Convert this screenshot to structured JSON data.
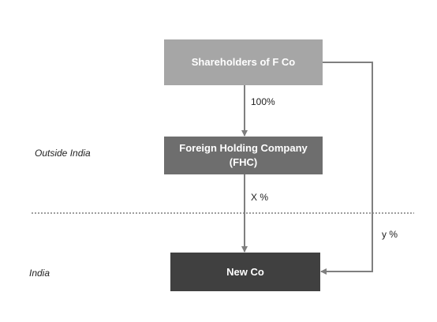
{
  "boxes": {
    "shareholders": "Shareholders of F Co",
    "fhc_line1": "Foreign Holding Company",
    "fhc_line2": "(FHC)",
    "newco": "New Co"
  },
  "edges": {
    "shareholders_to_fhc": "100%",
    "fhc_to_newco": "X %",
    "shareholders_to_newco": "y %"
  },
  "regions": {
    "outside": "Outside India",
    "inside": "India"
  },
  "colors": {
    "shareholders_box": "#a6a6a6",
    "fhc_box": "#6e6e6e",
    "newco_box": "#404040",
    "arrow": "#7f7f7f",
    "divider": "#7f7f7f"
  }
}
